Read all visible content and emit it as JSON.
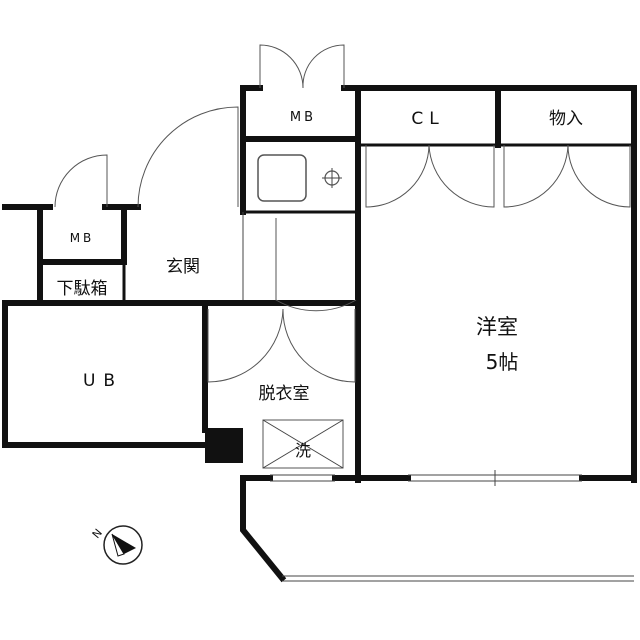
{
  "rooms": {
    "mb_top": "MB",
    "cl": "CL",
    "storage": "物入",
    "mb_left": "MB",
    "entrance": "玄関",
    "shoe_box": "下駄箱",
    "ub": "UB",
    "western_room": "洋室",
    "western_room_size": "5帖",
    "dressing_room": "脱衣室",
    "washer": "洗"
  },
  "compass": {
    "label": "N"
  }
}
